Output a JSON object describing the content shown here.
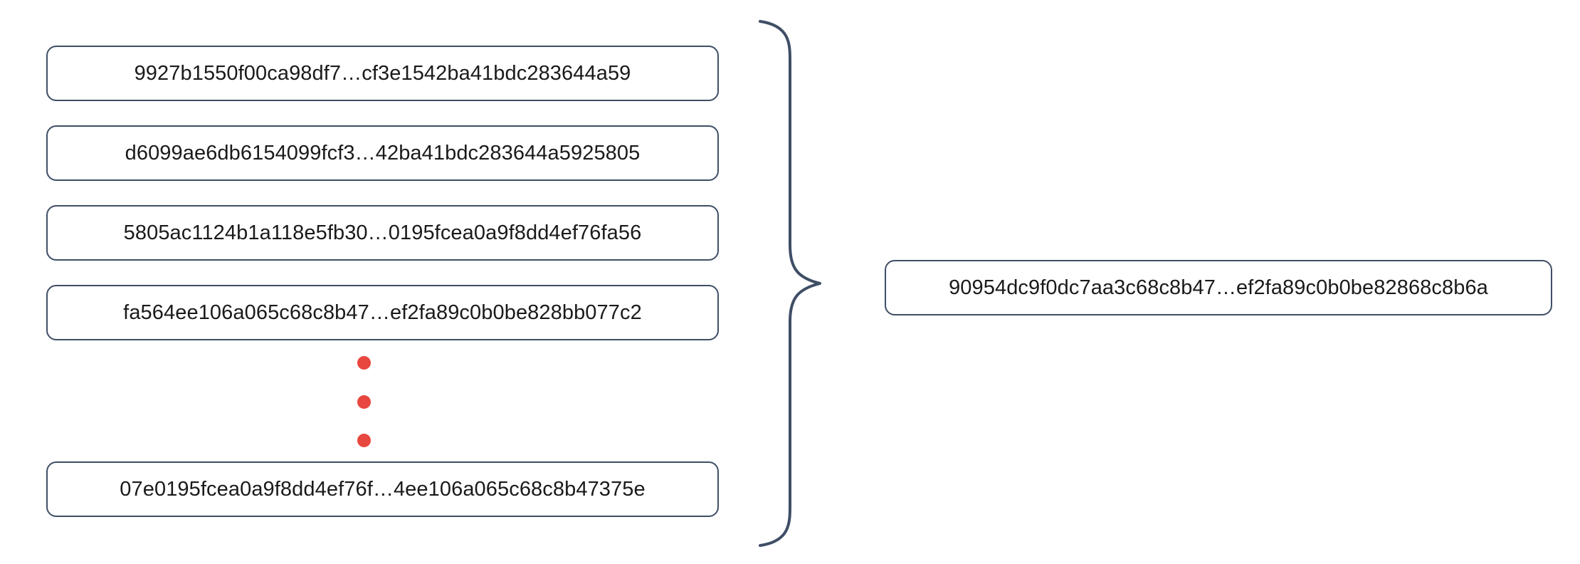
{
  "diagram": {
    "type": "hash-aggregation",
    "title": "",
    "colors": {
      "box_border": "#3f4e66",
      "box_background": "#ffffff",
      "text": "#1a1a1a",
      "ellipsis_dot": "#e8473f",
      "brace_stroke": "#3f4e66",
      "page_background": "#ffffff"
    },
    "inputs": {
      "label": "input-hash-list",
      "items": [
        {
          "hash": "9927b1550f00ca98df7…cf3e1542ba41bdc283644a59"
        },
        {
          "hash": "d6099ae6db6154099fcf3…42ba41bdc283644a5925805"
        },
        {
          "hash": "5805ac1124b1a118e5fb30…0195fcea0a9f8dd4ef76fa56"
        },
        {
          "hash": "fa564ee106a065c68c8b47…ef2fa89c0b0be828bb077c2"
        },
        {
          "hash": "07e0195fcea0a9f8dd4ef76f…4ee106a065c68c8b47375e"
        }
      ],
      "ellipsis": {
        "name": "vertical-ellipsis",
        "dot_count": 3,
        "meaning": "additional hashes omitted"
      }
    },
    "grouping": {
      "name": "curly-brace",
      "orientation": "right-pointing",
      "meaning": "all input hashes combine into one output"
    },
    "output": {
      "label": "result-hash",
      "hash": "90954dc9f0dc7aa3c68c8b47…ef2fa89c0b0be82868c8b6a"
    }
  }
}
